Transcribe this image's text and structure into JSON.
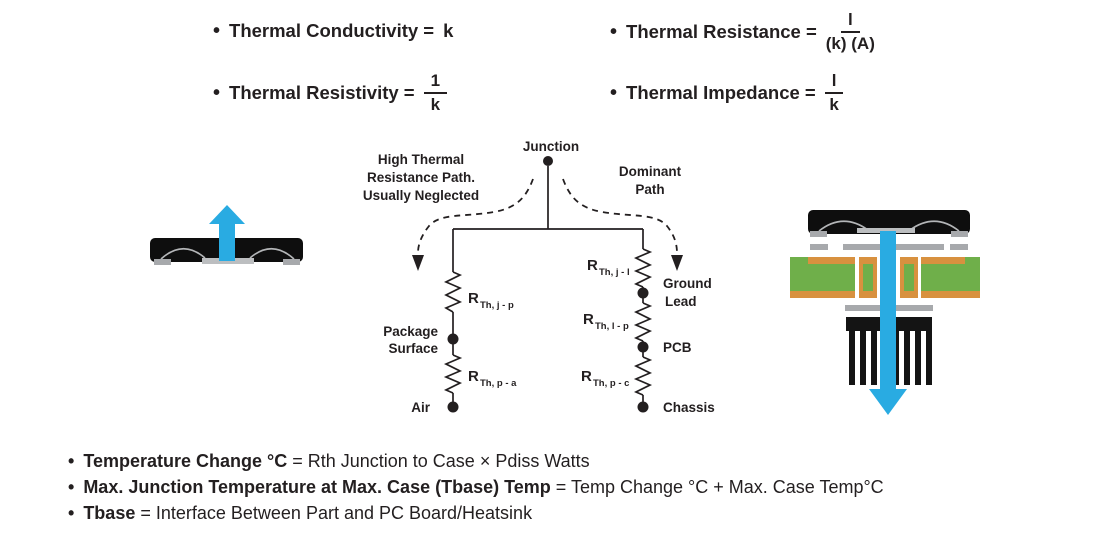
{
  "glyphs": {
    "bullet": "•"
  },
  "colors": {
    "ink": "#231F20",
    "accent_blue": "#29ABE2",
    "pcb_green": "#6FAF4A",
    "copper_orange": "#D8913F",
    "metal_gray": "#A7A9AC",
    "package_black": "#0E0E0E"
  },
  "top_equations": {
    "conductivity": {
      "label": "Thermal Conductivity =",
      "value": "k"
    },
    "resistivity": {
      "label": "Thermal Resistivity =",
      "num": "1",
      "den": "k"
    },
    "resistance": {
      "label": "Thermal Resistance =",
      "num": "l",
      "den": "(k) (A)"
    },
    "impedance": {
      "label": "Thermal Impedance =",
      "num": "l",
      "den": "k"
    }
  },
  "diagram": {
    "junction": "Junction",
    "left_note_lines": [
      "High Thermal",
      "Resistance Path.",
      "Usually Neglected"
    ],
    "right_note_lines": [
      "Dominant",
      "Path"
    ],
    "resistors": {
      "jp": {
        "sym": "R",
        "sub": "Th, j - p"
      },
      "pa": {
        "sym": "R",
        "sub": "Th, p - a"
      },
      "jl": {
        "sym": "R",
        "sub": "Th, j - l"
      },
      "lp": {
        "sym": "R",
        "sub": "Th, l - p"
      },
      "pc": {
        "sym": "R",
        "sub": "Th, p - c"
      }
    },
    "nodes": {
      "package_surface_lines": [
        "Package",
        "Surface"
      ],
      "air": "Air",
      "ground_lead_lines": [
        "Ground",
        "Lead"
      ],
      "pcb": "PCB",
      "chassis": "Chassis"
    }
  },
  "notes": [
    {
      "lead": "Temperature Change °C",
      "rest": " = Rth Junction to Case × Pdiss Watts"
    },
    {
      "lead": "Max. Junction Temperature at Max. Case (Tbase) Temp",
      "rest": " = Temp Change °C + Max. Case Temp°C"
    },
    {
      "lead": "Tbase",
      "rest": " = Interface Between Part and PC Board/Heatsink"
    }
  ]
}
